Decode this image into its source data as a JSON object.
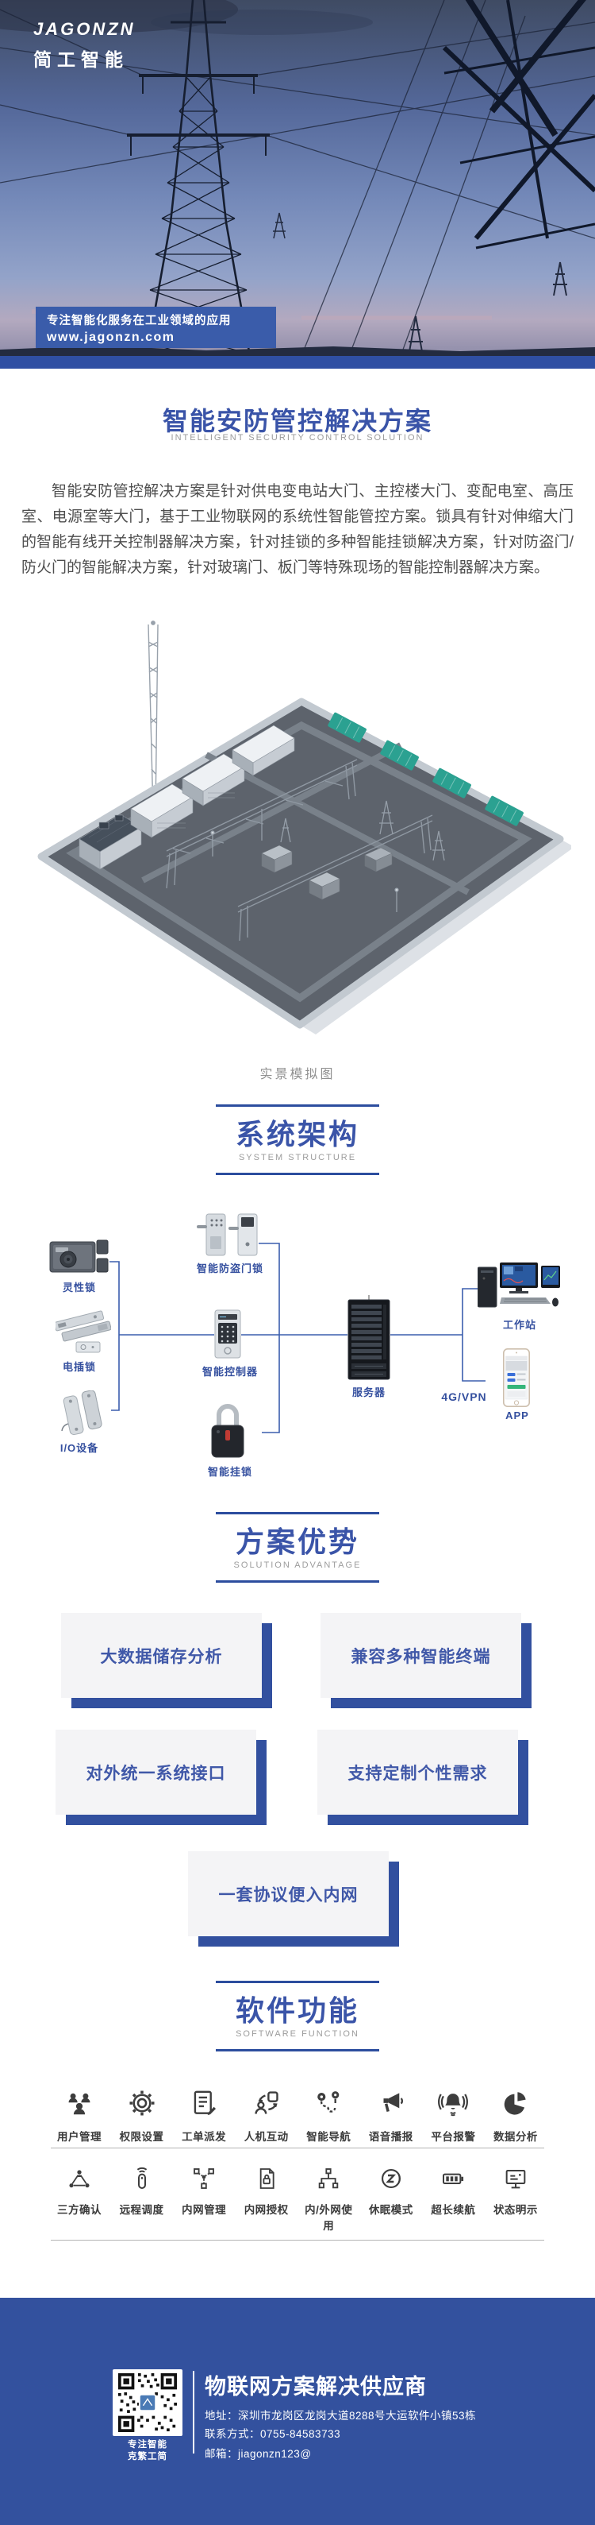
{
  "hero": {
    "logo": "JAGONZN",
    "logo_cn": "简工智能",
    "banner_line1": "专注智能化服务在工业领域的应用",
    "banner_line2": "www.jagonzn.com"
  },
  "intro": {
    "title": "智能安防管控解决方案",
    "subtitle": "INTELLIGENT SECURITY CONTROL SOLUTION",
    "paragraph": "智能安防管控解决方案是针对供电变电站大门、主控楼大门、变配电室、高压室、电源室等大门，基于工业物联网的系统性智能管控方案。锁具有针对伸缩大门的智能有线开关控制器解决方案，针对挂锁的多种智能挂锁解决方案，针对防盗门/防火门的智能解决方案，针对玻璃门、板门等特殊现场的智能控制器解决方案。",
    "caption": "实景模拟图"
  },
  "architecture": {
    "title": "系统架构",
    "subtitle": "SYSTEM STRUCTURE",
    "labels": {
      "motor_lock": "灵性锁",
      "bolt_lock": "电插锁",
      "io_device": "I/O设备",
      "door_lock": "智能防盗门锁",
      "controller": "智能控制器",
      "padlock": "智能挂锁",
      "server": "服务器",
      "workstation": "工作站",
      "network": "4G/VPN",
      "app": "APP"
    }
  },
  "advantages": {
    "title": "方案优势",
    "subtitle": "SOLUTION ADVANTAGE",
    "items": [
      "大数据储存分析",
      "兼容多种智能终端",
      "对外统一系统接口",
      "支持定制个性需求",
      "一套协议便入内网"
    ]
  },
  "software": {
    "title": "软件功能",
    "subtitle": "SOFTWARE FUNCTION",
    "row1": [
      {
        "icon": "users-icon",
        "label": "用户管理"
      },
      {
        "icon": "gear-icon",
        "label": "权限设置"
      },
      {
        "icon": "work-order-icon",
        "label": "工单派发"
      },
      {
        "icon": "human-machine-icon",
        "label": "人机互动"
      },
      {
        "icon": "navigation-icon",
        "label": "智能导航"
      },
      {
        "icon": "voice-broadcast-icon",
        "label": "语音播报"
      },
      {
        "icon": "platform-alarm-icon",
        "label": "平台报警"
      },
      {
        "icon": "data-analysis-icon",
        "label": "数据分析"
      }
    ],
    "row2": [
      {
        "icon": "three-party-icon",
        "label": "三方确认"
      },
      {
        "icon": "remote-dispatch-icon",
        "label": "远程调度"
      },
      {
        "icon": "intranet-management-icon",
        "label": "内网管理"
      },
      {
        "icon": "intranet-authorization-icon",
        "label": "内网授权"
      },
      {
        "icon": "intranet-extranet-icon",
        "label": "内/外网使用"
      },
      {
        "icon": "sleep-mode-icon",
        "label": "休眠模式"
      },
      {
        "icon": "long-battery-icon",
        "label": "超长续航"
      },
      {
        "icon": "status-display-icon",
        "label": "状态明示"
      }
    ]
  },
  "footer": {
    "title": "物联网方案解决供应商",
    "qr_caption1": "专注智能",
    "qr_caption2": "克繁工简",
    "address": "地址：深圳市龙岗区龙岗大道8288号大运软件小镇53栋",
    "contact": "联系方式：0755-84583733",
    "email": "邮箱：jiagonzn123@"
  },
  "colors": {
    "accent_blue": "#3a54a8",
    "footer_blue": "#33519e",
    "banner_blue": "#3a5caa",
    "shadow_blue": "#32509f",
    "teal_panel": "#2ba191"
  }
}
